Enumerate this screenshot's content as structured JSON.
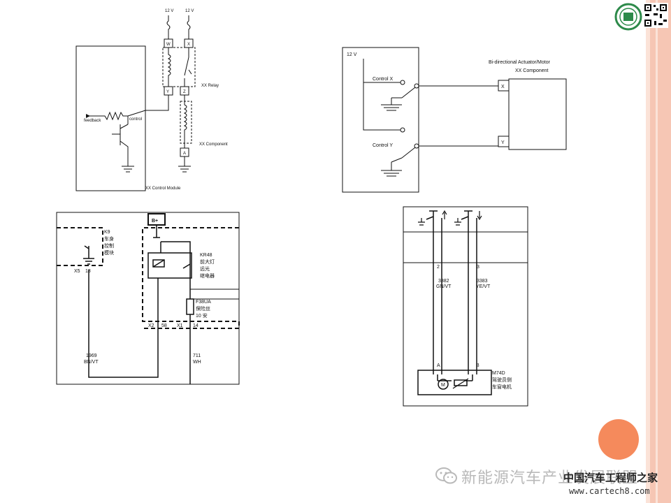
{
  "colors": {
    "band_outer": "#f6c6b4",
    "band_inner": "#fbe3d8",
    "accent_dot": "#f58a5c",
    "line": "#111111",
    "logo_green": "#2d8a4a"
  },
  "panel_tl": {
    "v1": "12 V",
    "v2": "12 V",
    "pin_w": "W",
    "pin_x": "X",
    "pin_y": "Y",
    "pin_z": "Z",
    "pin_a": "A",
    "relay": "XX Relay",
    "component": "XX Component",
    "feedback": "feedback",
    "control": "control",
    "module": "XX Control Module"
  },
  "panel_tr": {
    "v12": "12 V",
    "control_x": "Control X",
    "control_y": "Control Y",
    "actuator_line1": "Bi-directional Actuator/Motor",
    "actuator_line2": "XX Component",
    "pin_x": "X",
    "pin_y": "Y"
  },
  "panel_bl": {
    "bplus": "B+",
    "k9": "K9",
    "k9_name1": "车身",
    "k9_name2": "控制",
    "k9_name3": "模块",
    "kr48": "KR48",
    "kr48_name1": "前大灯",
    "kr48_name2": "远光",
    "kr48_name3": "继电器",
    "fuse": "F38UA",
    "fuse_name": "保险丝",
    "fuse_rating": "10 安",
    "x5": "X5",
    "p18": "18",
    "x2": "X2",
    "p58": "58",
    "x1": "X1",
    "p14": "14",
    "w1_num": "1969",
    "w1_col": "BN/VT",
    "w2_num": "711",
    "w2_col": "WH"
  },
  "panel_br": {
    "pin2": "2",
    "pin3": "3",
    "w1_num": "3382",
    "w1_col": "GN/VT",
    "w2_num": "3383",
    "w2_col": "YE/VT",
    "pin_a": "A",
    "pin_b": "B",
    "m74d": "M74D",
    "m74d_name1": "驾驶员侧",
    "m74d_name2": "车窗电机",
    "motor": "M"
  },
  "watermark": {
    "text": "新能源汽车产业发展联盟",
    "site_name": "中国汽车工程师之家",
    "site_url": "www.cartech8.com"
  }
}
